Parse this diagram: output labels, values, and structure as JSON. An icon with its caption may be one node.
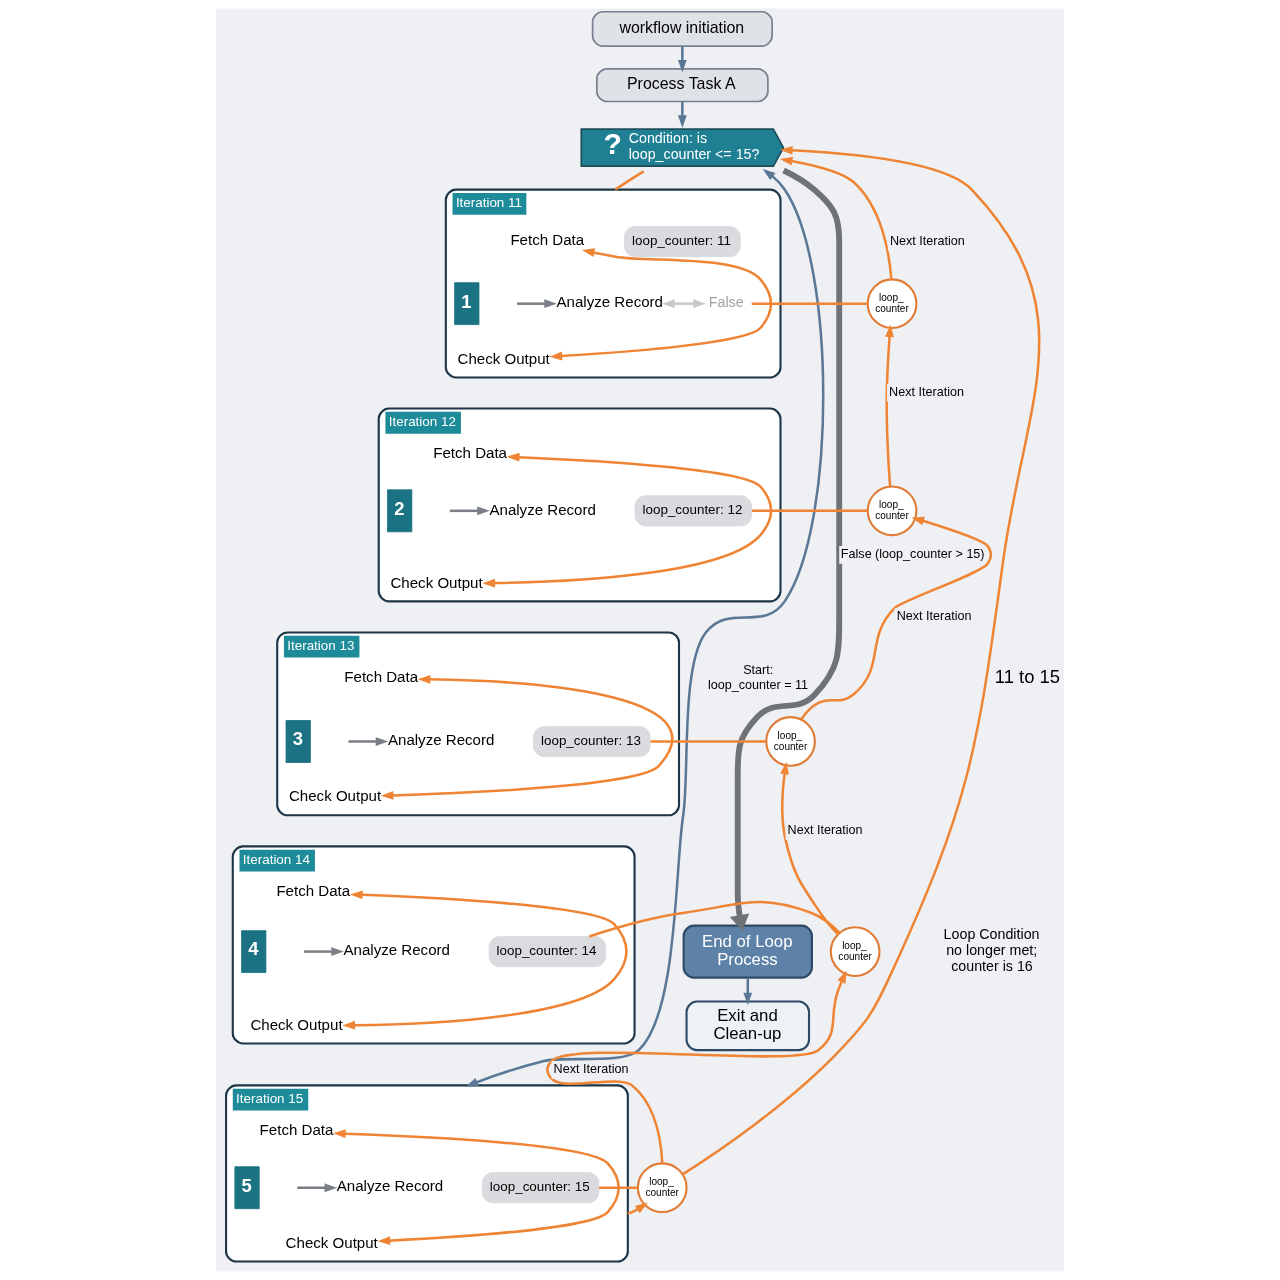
{
  "diagram": {
    "nodes": [
      {
        "text": [
          "workflow initiation"
        ]
      },
      {
        "text": [
          "Process Task A"
        ]
      },
      {
        "text": [
          "?",
          "Condition: is loop_counter <= 15?"
        ]
      },
      {
        "text": [
          "Iteration 11"
        ]
      },
      {
        "text": [
          "1"
        ],
        "in": 3
      },
      {
        "text": [
          "Fetch Data"
        ],
        "in": 3
      },
      {
        "text": [
          "loop_counter: 11"
        ],
        "in": 3
      },
      {
        "text": [
          "Analyze Record"
        ],
        "in": 3
      },
      {
        "text": [
          "False"
        ],
        "in": 3
      },
      {
        "text": [
          "Check Output"
        ],
        "in": 3
      },
      {
        "text": [
          "loop_ counter"
        ]
      },
      {
        "text": [
          "Iteration 12"
        ]
      },
      {
        "text": [
          "2"
        ],
        "in": 11
      },
      {
        "text": [
          "Fetch Data"
        ],
        "in": 11
      },
      {
        "text": [
          "Analyze Record"
        ],
        "in": 11
      },
      {
        "text": [
          "loop_counter: 12"
        ],
        "in": 11
      },
      {
        "text": [
          "Check Output"
        ],
        "in": 11
      },
      {
        "text": [
          "loop_ counter"
        ]
      },
      {
        "text": [
          "Iteration 13"
        ]
      },
      {
        "text": [
          "3"
        ],
        "in": 18
      },
      {
        "text": [
          "Fetch Data"
        ],
        "in": 18
      },
      {
        "text": [
          "Analyze Record"
        ],
        "in": 18
      },
      {
        "text": [
          "loop_counter: 13"
        ],
        "in": 18
      },
      {
        "text": [
          "Check Output"
        ],
        "in": 18
      },
      {
        "text": [
          "loop_ counter"
        ]
      },
      {
        "text": [
          "Iteration 14"
        ]
      },
      {
        "text": [
          "4"
        ],
        "in": 25
      },
      {
        "text": [
          "Fetch Data"
        ],
        "in": 25
      },
      {
        "text": [
          "Analyze Record"
        ],
        "in": 25
      },
      {
        "text": [
          "loop_counter: 14"
        ],
        "in": 25
      },
      {
        "text": [
          "Check Output"
        ],
        "in": 25
      },
      {
        "text": [
          "loop_ counter"
        ]
      },
      {
        "text": [
          "Iteration 15"
        ]
      },
      {
        "text": [
          "5"
        ],
        "in": 32
      },
      {
        "text": [
          "Fetch Data"
        ],
        "in": 32
      },
      {
        "text": [
          "Analyze Record"
        ],
        "in": 32
      },
      {
        "text": [
          "loop_counter: 15"
        ],
        "in": 32
      },
      {
        "text": [
          "Check Output"
        ],
        "in": 32
      },
      {
        "text": [
          "loop_ counter"
        ]
      },
      {
        "text": [
          "End of Loop Process"
        ]
      },
      {
        "text": [
          "Exit and Clean-up"
        ]
      }
    ],
    "edges": [
      {
        "from": 0,
        "to": 1,
        "arrow": "to",
        "color": "#5a7796"
      },
      {
        "from": 1,
        "to": 2,
        "arrow": "to",
        "color": "#5a7796"
      },
      {
        "from": 2,
        "to": 3,
        "arrow": "none"
      },
      {
        "from": null,
        "to": 7,
        "arrow": "to",
        "color": "#7b8087"
      },
      {
        "from": 5,
        "to": 9,
        "arrow": "both"
      },
      {
        "from": 7,
        "to": 8,
        "arrow": "both",
        "color": "#c5c8cc"
      },
      {
        "from": 8,
        "to": 10,
        "arrow": "none"
      },
      {
        "from": 10,
        "to": 2,
        "arrow": "to",
        "label": "Next Iteration"
      },
      {
        "from": null,
        "to": 14,
        "arrow": "to",
        "color": "#7b8087"
      },
      {
        "from": 13,
        "to": 16,
        "arrow": "both"
      },
      {
        "from": 15,
        "to": 17,
        "arrow": "none"
      },
      {
        "from": 17,
        "to": 10,
        "arrow": "to",
        "label": "Next Iteration"
      },
      {
        "from": null,
        "to": 21,
        "arrow": "to",
        "color": "#7b8087"
      },
      {
        "from": 20,
        "to": 23,
        "arrow": "both"
      },
      {
        "from": 22,
        "to": 24,
        "arrow": "none"
      },
      {
        "from": 24,
        "to": 17,
        "arrow": "to",
        "label": "Next Iteration"
      },
      {
        "from": null,
        "to": 28,
        "arrow": "to",
        "color": "#7b8087"
      },
      {
        "from": 27,
        "to": 30,
        "arrow": "both"
      },
      {
        "from": 29,
        "to": 31,
        "arrow": "none"
      },
      {
        "from": 31,
        "to": 24,
        "arrow": "to",
        "label": "Next Iteration"
      },
      {
        "from": null,
        "to": 35,
        "arrow": "to",
        "color": "#7b8087"
      },
      {
        "from": 34,
        "to": 37,
        "arrow": "both"
      },
      {
        "from": 36,
        "to": 38,
        "arrow": "none"
      },
      {
        "from": 38,
        "to": 31,
        "arrow": "to",
        "label": "Next Iteration"
      },
      {
        "from": 32,
        "to": 38,
        "arrow": "to"
      },
      {
        "from": 38,
        "to": 2,
        "arrow": "to",
        "label": "11 to 15"
      },
      {
        "from": 2,
        "to": 39,
        "arrow": "to",
        "label": "False (loop_counter > 15)",
        "style": "thick",
        "color": "#6f7277"
      },
      {
        "from": 2,
        "to": 32,
        "arrow": "both",
        "label": "Start: loop_counter = 11",
        "color": "#5a7796"
      },
      {
        "from": 39,
        "to": 40,
        "arrow": "to",
        "color": "#5a7796"
      }
    ],
    "labels": [
      "Loop Condition no longer met; counter is 16"
    ]
  }
}
